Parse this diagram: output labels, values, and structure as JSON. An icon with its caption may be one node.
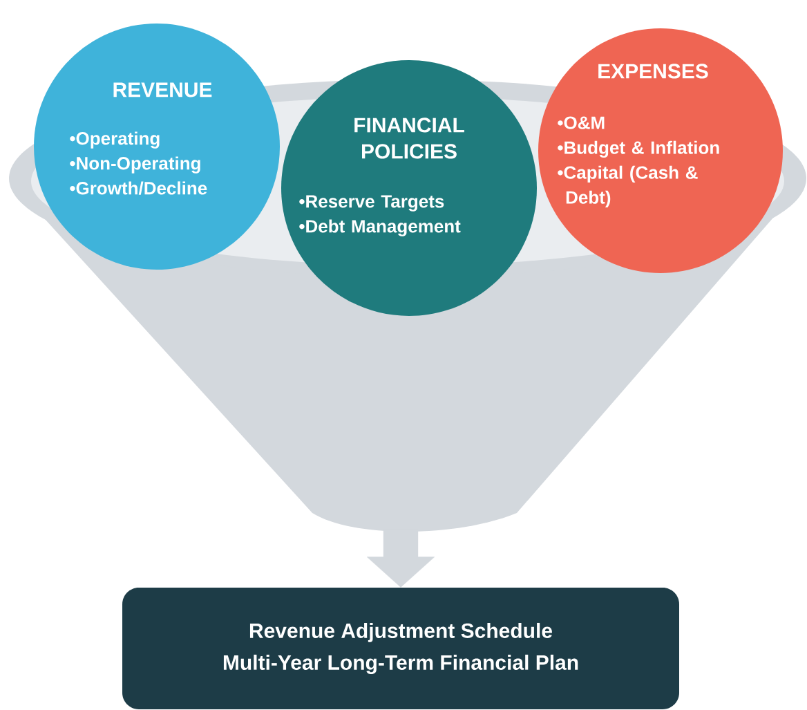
{
  "diagram": {
    "nodes": [
      {
        "text": [],
        "shape": "funnel"
      },
      {
        "text": [
          "REVENUE",
          "•Operating",
          "•Non-Operating",
          "•Growth/Decline"
        ]
      },
      {
        "text": [
          "FINANCIAL POLICIES",
          "•Reserve Targets",
          "•Debt Management"
        ]
      },
      {
        "text": [
          "EXPENSES",
          "•O&M",
          "•Budget & Inflation",
          "•Capital (Cash & Debt)"
        ]
      },
      {
        "text": [
          "Revenue Adjustment Schedule",
          "Multi-Year Long-Term Financial Plan"
        ]
      }
    ],
    "edges": [
      {
        "from": 0,
        "to": 4,
        "arrow": "to"
      }
    ]
  }
}
